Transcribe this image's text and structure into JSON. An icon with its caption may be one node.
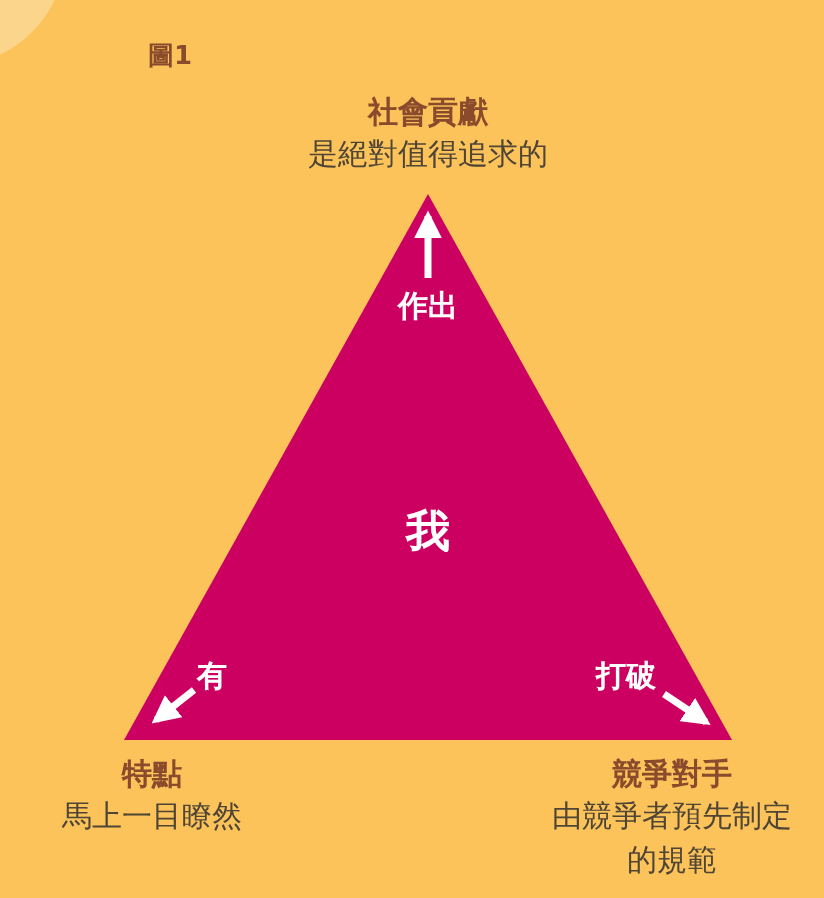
{
  "diagram": {
    "title": "圖1",
    "nodes": [
      {
        "text": [
          "我"
        ]
      },
      {
        "text": [
          "社會貢獻",
          "是絕對值得追求的"
        ]
      },
      {
        "text": [
          "特點",
          "馬上一目瞭然"
        ]
      },
      {
        "text": [
          "競爭對手",
          "由競爭者預先制定的規範"
        ]
      }
    ],
    "edges": [
      {
        "from": 0,
        "to": 1,
        "arrow": "to",
        "label": "作出"
      },
      {
        "from": 0,
        "to": 2,
        "arrow": "to",
        "label": "有"
      },
      {
        "from": 0,
        "to": 3,
        "arrow": "to",
        "label": "打破"
      }
    ]
  }
}
